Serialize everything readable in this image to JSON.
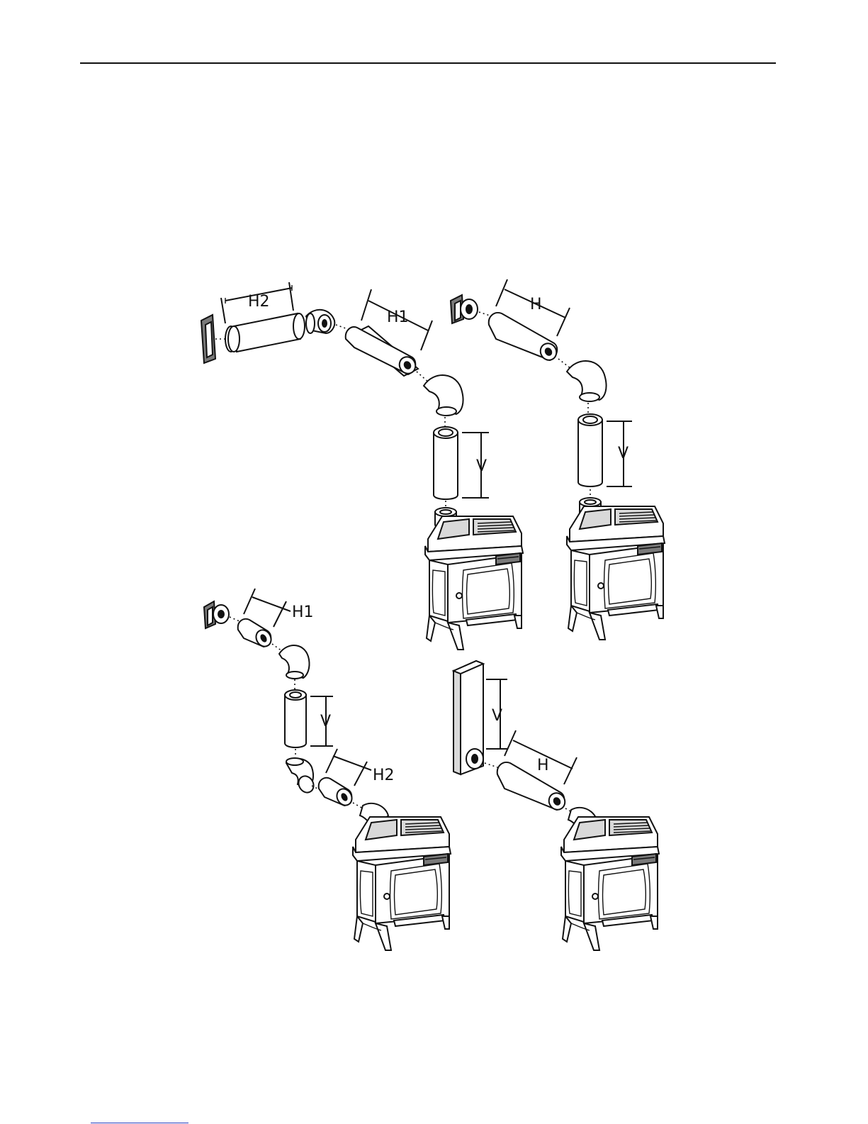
{
  "figure": {
    "labels": {
      "a": {
        "h2": "H2",
        "h1": "H1",
        "v": "V"
      },
      "b": {
        "h": "H",
        "v": "V"
      },
      "c": {
        "h1": "H1",
        "v": "V",
        "h2": "H2"
      },
      "d": {
        "v": "V",
        "h": "H"
      }
    }
  }
}
